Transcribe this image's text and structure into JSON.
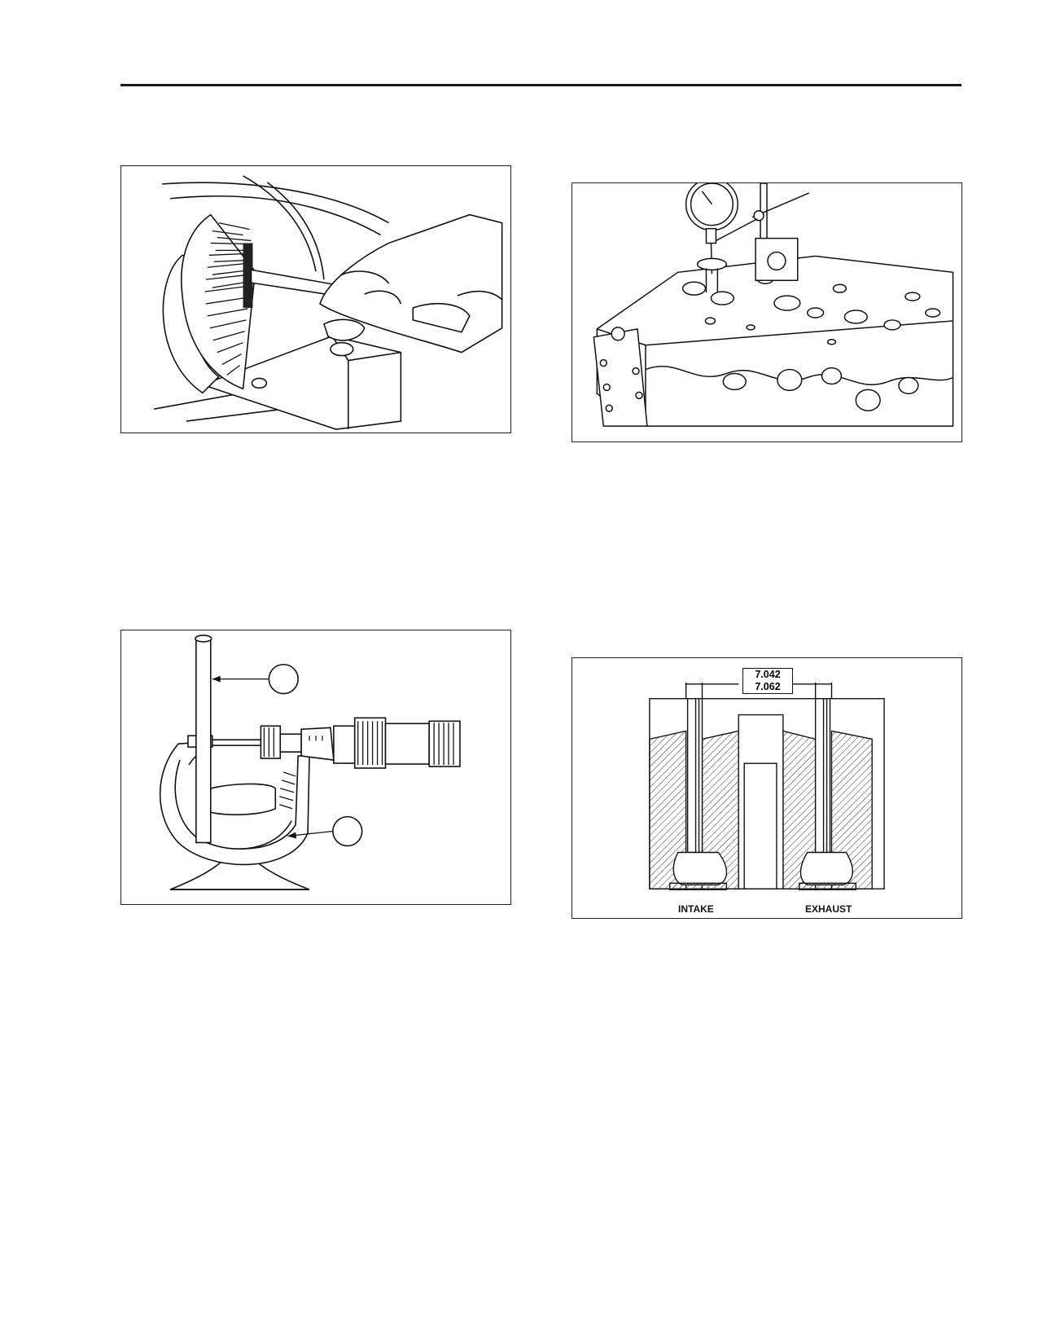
{
  "figures": {
    "valve_cleaning": {
      "icon": "wire-brush-wheel-icon"
    },
    "valve_guide_check": {
      "icon": "dial-indicator-icon"
    },
    "valve_stem_measure": {
      "icon": "micrometer-icon",
      "callouts": [
        "",
        ""
      ]
    },
    "valve_guide_section": {
      "dimension_top": "7.042",
      "dimension_bottom": "7.062",
      "label_intake": "INTAKE",
      "label_exhaust": "EXHAUST"
    }
  }
}
